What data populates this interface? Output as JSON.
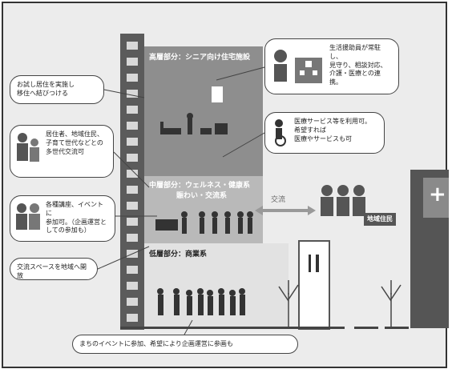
{
  "zones": {
    "upper": "高層部分：シニア向け住宅施設",
    "middle_line1": "中層部分：ウェルネス・健康系",
    "middle_line2": "賑わい・交流系",
    "lower": "低層部分：商業系"
  },
  "callouts": {
    "move": "お試し居住を実施し\n移住へ結びつける",
    "residents": "居住者、地域住民、\n子育て世代などとの\n多世代交流可",
    "events": "各種講座、イベントに\n参加可。（企画運営と\nしての参加も）",
    "space": "交流スペースを地域へ開放",
    "life_support": "生活援助員が常駐し、\n見守り、相談対応、\n介護・医療との連携。",
    "medical": "医療サービス等を利用可。\n希望すれば\n医療やサービスも可",
    "bottom": "まちのイベントに参加、希望により企画運営に参画も"
  },
  "exchange_label": "交流",
  "local_residents": "地域住民",
  "icons": {
    "hospital": "cross-icon",
    "restaurant": "fork-knife-icon"
  },
  "colors": {
    "upper": "#8e8e8e",
    "middle": "#b9b9b9",
    "lower": "#e2e2e2",
    "strip": "#5b5b5b",
    "hospital": "#555555"
  }
}
